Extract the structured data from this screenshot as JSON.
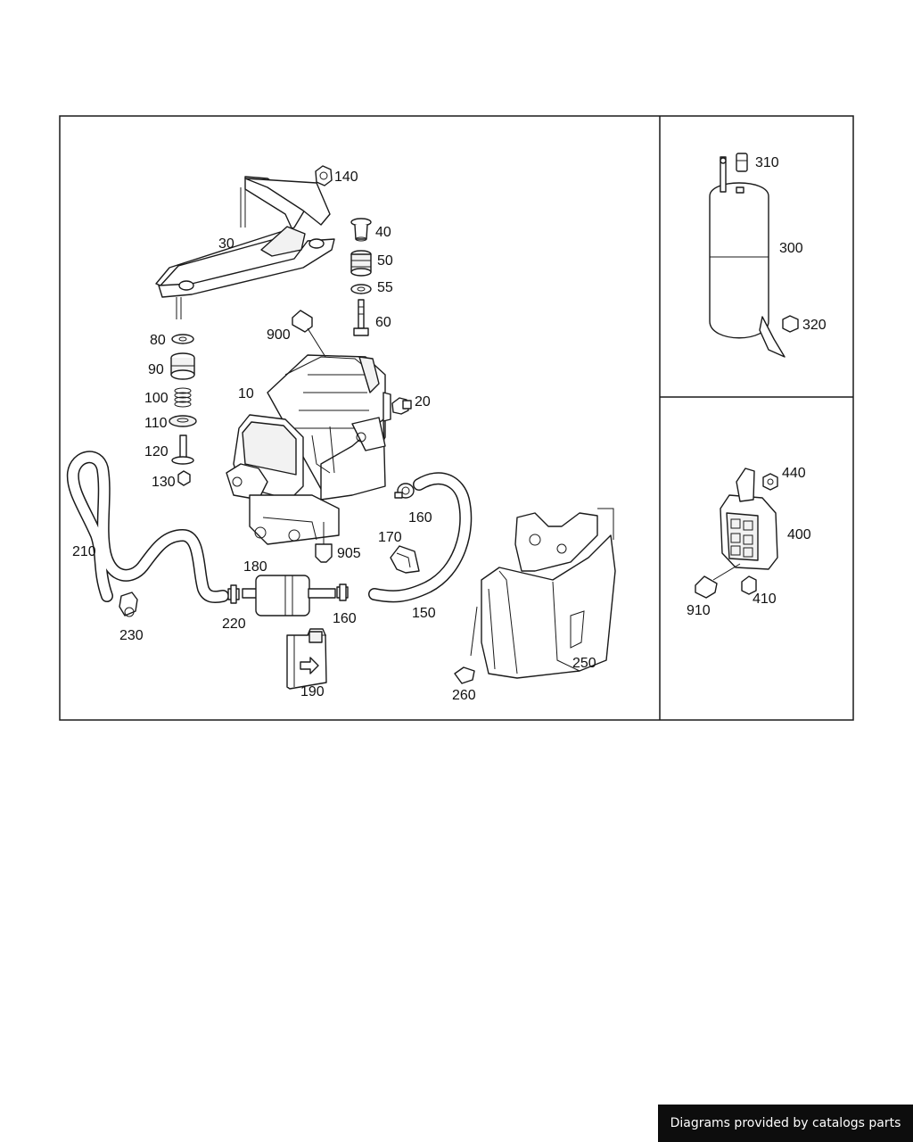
{
  "callouts": {
    "c10": "10",
    "c20": "20",
    "c30": "30",
    "c40": "40",
    "c50": "50",
    "c55": "55",
    "c60": "60",
    "c80": "80",
    "c90": "90",
    "c100": "100",
    "c110": "110",
    "c120": "120",
    "c130": "130",
    "c140": "140",
    "c150": "150",
    "c160a": "160",
    "c160b": "160",
    "c170": "170",
    "c180": "180",
    "c190": "190",
    "c210": "210",
    "c220": "220",
    "c230": "230",
    "c250": "250",
    "c260": "260",
    "c300": "300",
    "c310": "310",
    "c320": "320",
    "c400": "400",
    "c410": "410",
    "c440": "440",
    "c900": "900",
    "c905": "905",
    "c910": "910"
  },
  "footer": {
    "text": "Diagrams provided by catalogs parts"
  },
  "colors": {
    "line": "#1a1a1a",
    "footer_bg": "#0d0d0d"
  },
  "icons": {
    "arrow_on_part_190": "right-arrow-icon"
  }
}
